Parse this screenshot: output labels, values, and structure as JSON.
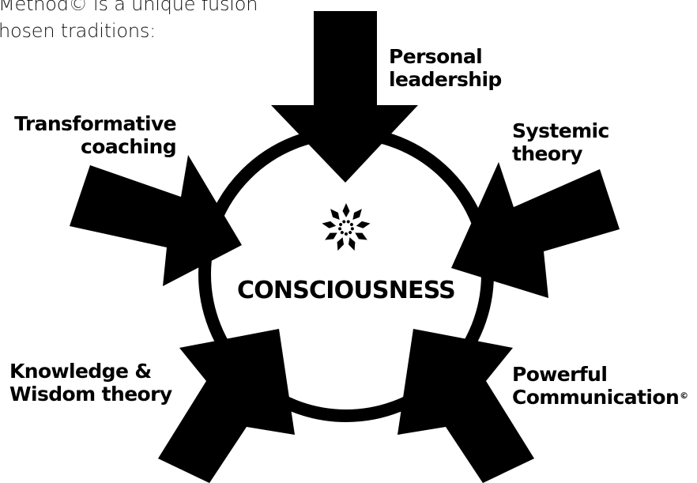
{
  "intro": {
    "line1": "Method© is a unique fusion",
    "line2": "hosen traditions:"
  },
  "center_label": "CONSCIOUSNESS",
  "traditions": {
    "personal_leadership": {
      "line1": "Personal",
      "line2": "leadership"
    },
    "systemic_theory": {
      "line1": "Systemic",
      "line2": "theory"
    },
    "transformative_coaching": {
      "line1": "Transformative",
      "line2": "coaching"
    },
    "knowledge_wisdom": {
      "line1": "Knowledge &",
      "line2": "Wisdom theory"
    },
    "powerful_communication": {
      "line1": "Powerful",
      "line2": "Communication",
      "mark": "©"
    }
  },
  "colors": {
    "ink": "#000000",
    "background": "#ffffff"
  },
  "icons": {
    "center": "sunburst-icon"
  }
}
